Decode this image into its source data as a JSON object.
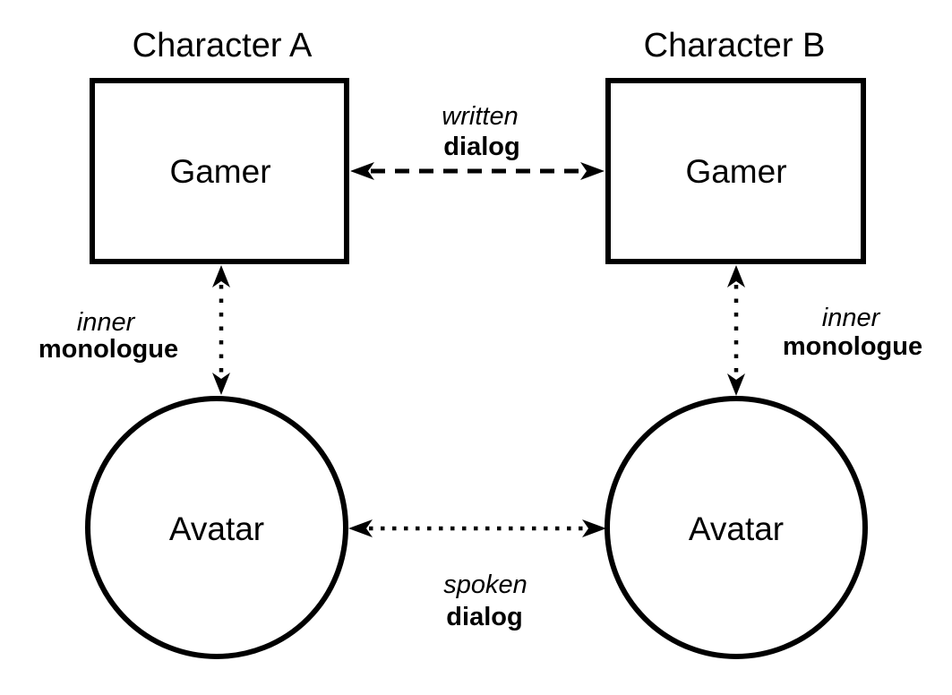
{
  "characters": {
    "a": {
      "title": "Character A",
      "gamer": "Gamer",
      "avatar": "Avatar"
    },
    "b": {
      "title": "Character B",
      "gamer": "Gamer",
      "avatar": "Avatar"
    }
  },
  "edges": {
    "written_dialog": {
      "line1": "written",
      "line2": "dialog",
      "style": "dashed",
      "direction": "bidirectional"
    },
    "spoken_dialog": {
      "line1": "spoken",
      "line2": "dialog",
      "style": "dotted",
      "direction": "bidirectional"
    },
    "inner_monologue_a": {
      "line1": "inner",
      "line2": "monologue",
      "style": "dotted",
      "direction": "bidirectional"
    },
    "inner_monologue_b": {
      "line1": "inner",
      "line2": "monologue",
      "style": "dotted",
      "direction": "bidirectional"
    }
  },
  "colors": {
    "ink": "#000000",
    "background": "#ffffff"
  }
}
